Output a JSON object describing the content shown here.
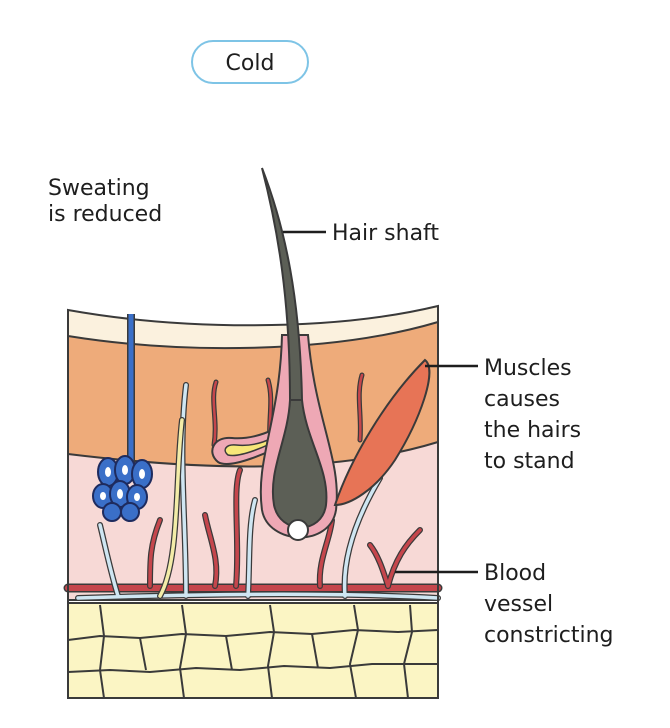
{
  "title": "Cold",
  "labels": {
    "sweat": [
      "Sweating",
      "is reduced"
    ],
    "hair": "Hair shaft",
    "muscle": [
      "Muscles",
      "causes",
      "the hairs",
      "to stand"
    ],
    "vessel": [
      "Blood",
      "vessel",
      "constricting"
    ]
  },
  "colors": {
    "title_border": "#7ec4e6",
    "epidermis_top": "#fbf1de",
    "dermis_upper": "#eeab7a",
    "dermis_lower": "#f7d9d6",
    "subcutaneous_fat": "#fbf5c4",
    "hair": "#5c5f56",
    "follicle": "#eea8b5",
    "muscle": "#e77456",
    "sweat_gland": "#3a6fc8",
    "blood_vessel": "#c5464c",
    "nerve": "#cfe6f2",
    "sebaceous_gland": "#f7e779",
    "outline": "#3a3a3a"
  }
}
